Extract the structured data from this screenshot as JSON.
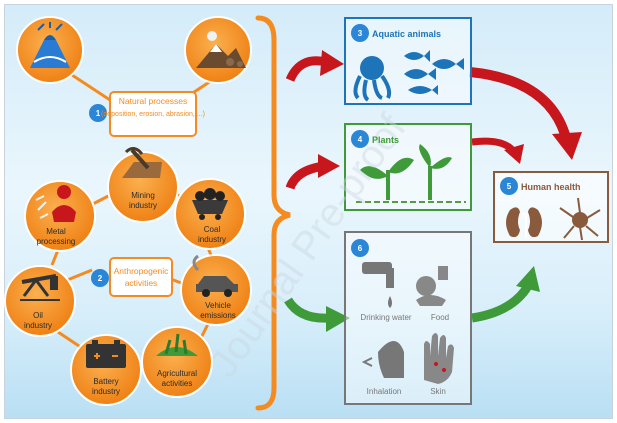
{
  "source_groups": [
    {
      "number": "1",
      "title": "Natural processes",
      "subtitle": "(deposition, erosion, abrasion, ...)"
    },
    {
      "number": "2",
      "title": "Anthropogenic",
      "subtitle": "activities"
    }
  ],
  "anthropogenic_sources": [
    {
      "line1": "Mining",
      "line2": "industry",
      "icon": "mining-icon"
    },
    {
      "line1": "Coal",
      "line2": "industry",
      "icon": "coal-cart-icon"
    },
    {
      "line1": "Vehicle",
      "line2": "emissions",
      "icon": "car-icon"
    },
    {
      "line1": "Agricultural",
      "line2": "activities",
      "icon": "plant-field-icon"
    },
    {
      "line1": "Battery",
      "line2": "industry",
      "icon": "battery-icon"
    },
    {
      "line1": "Oil",
      "line2": "industry",
      "icon": "oil-pump-icon"
    },
    {
      "line1": "Metal",
      "line2": "processing",
      "icon": "metal-worker-icon"
    }
  ],
  "natural_icons": [
    "volcano-icon",
    "mountain-sun-icon"
  ],
  "receptors": [
    {
      "number": "3",
      "label": "Aquatic animals",
      "color": "#1e74b8"
    },
    {
      "number": "4",
      "label": "Plants",
      "color": "#3f9a3a"
    },
    {
      "number": "6",
      "label": "",
      "color": "#777777",
      "items": [
        "Drinking water",
        "Food",
        "Inhalation",
        "Skin"
      ]
    }
  ],
  "outcome": {
    "number": "5",
    "label": "Human health",
    "color": "#8a5a3c"
  },
  "watermark": "Journal Pre-proof",
  "colors": {
    "orange": "#f58a1f",
    "red_arrow": "#c8161d",
    "green_arrow": "#3f9a3a",
    "badge_blue": "#2b86d6"
  }
}
